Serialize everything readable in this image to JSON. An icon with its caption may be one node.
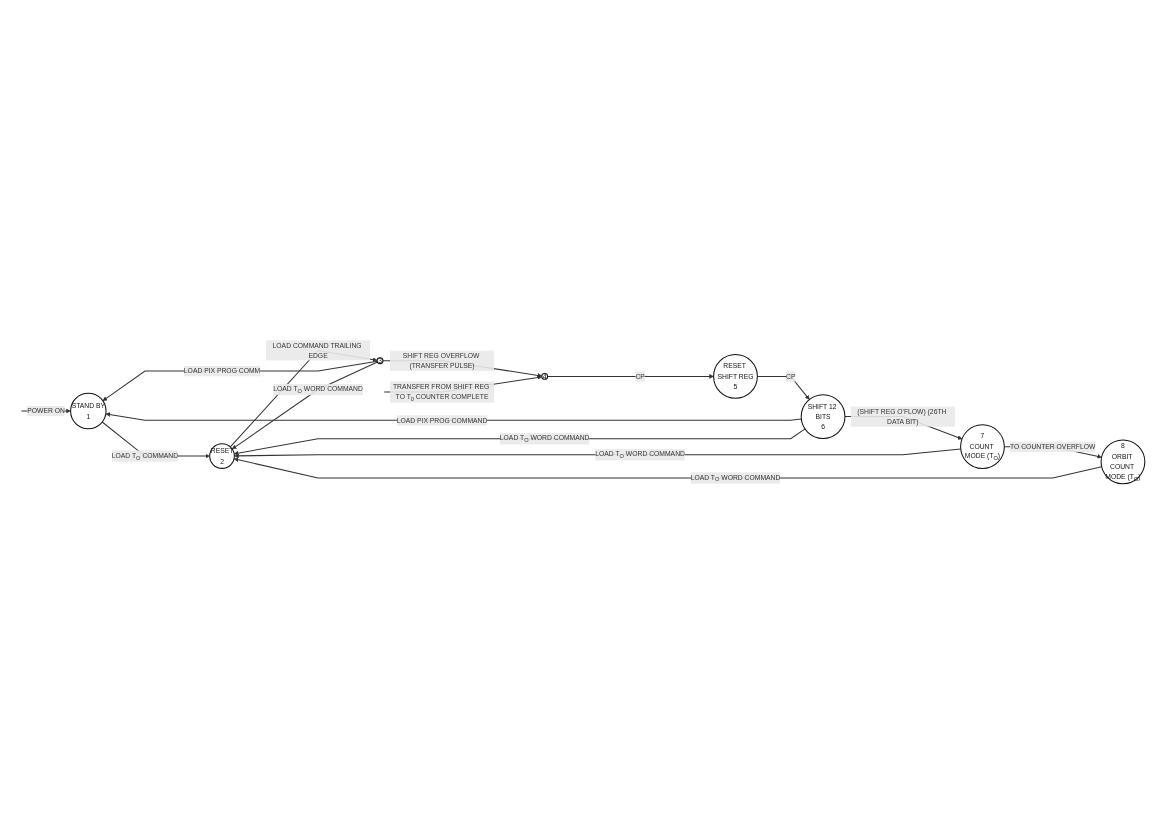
{
  "diagram": {
    "nodes": [
      {
        "text": [
          "STAND BY",
          "1"
        ]
      },
      {
        "text": [
          "RESET",
          "2"
        ]
      },
      {
        "text": [
          "3"
        ]
      },
      {
        "text": [
          "4"
        ]
      },
      {
        "text": [
          "RESET SHIFT REG",
          "5"
        ]
      },
      {
        "text": [
          "SHIFT 12 BITS",
          "6"
        ]
      },
      {
        "text": [
          "7",
          "COUNT MODE (T$_{O}$)"
        ]
      },
      {
        "text": [
          "8",
          "ORBIT COUNT MODE (T$_{O}$)"
        ]
      }
    ],
    "edges": [
      {
        "from": null,
        "to": 0,
        "arrow": "to",
        "label": "POWER ON"
      },
      {
        "from": 0,
        "to": 1,
        "arrow": "to",
        "label": "LOAD T$_{O}$ COMMAND"
      },
      {
        "from": 1,
        "to": 2,
        "arrow": "to",
        "label": "LOAD COMMAND TRAILING EDGE"
      },
      {
        "from": 2,
        "to": 0,
        "arrow": "to",
        "label": "LOAD PIX PROG COMM"
      },
      {
        "from": 2,
        "to": 1,
        "arrow": "to",
        "label": "LOAD T$_{O}$ WORD COMMAND"
      },
      {
        "from": 2,
        "to": 3,
        "arrow": "to",
        "label": "SHIFT REG OVERFLOW (TRANSFER PULSE)"
      },
      {
        "from": null,
        "to": 3,
        "arrow": "to",
        "label": "TRANSFER FROM SHIFT REG TO T$_{0}$ COUNTER COMPLETE"
      },
      {
        "from": 3,
        "to": 4,
        "arrow": "to",
        "label": "CP"
      },
      {
        "from": 4,
        "to": 5,
        "arrow": "to",
        "label": "CP"
      },
      {
        "from": 5,
        "to": 0,
        "arrow": "to",
        "label": "LOAD PIX PROG COMMAND"
      },
      {
        "from": 5,
        "to": 1,
        "arrow": "to",
        "label": "LOAD T$_{O}$ WORD COMMAND"
      },
      {
        "from": 5,
        "to": 6,
        "arrow": "to",
        "label": "(SHIFT REG O'FLOW) (26TH DATA BIT)"
      },
      {
        "from": 6,
        "to": 1,
        "arrow": "to",
        "label": "LOAD T$_{O}$ WORD COMMAND"
      },
      {
        "from": 6,
        "to": 7,
        "arrow": "to",
        "label": "TO COUNTER OVERFLOW"
      },
      {
        "from": 7,
        "to": 1,
        "arrow": "to",
        "label": "LOAD T$_{O}$ WORD COMMAND"
      }
    ]
  }
}
